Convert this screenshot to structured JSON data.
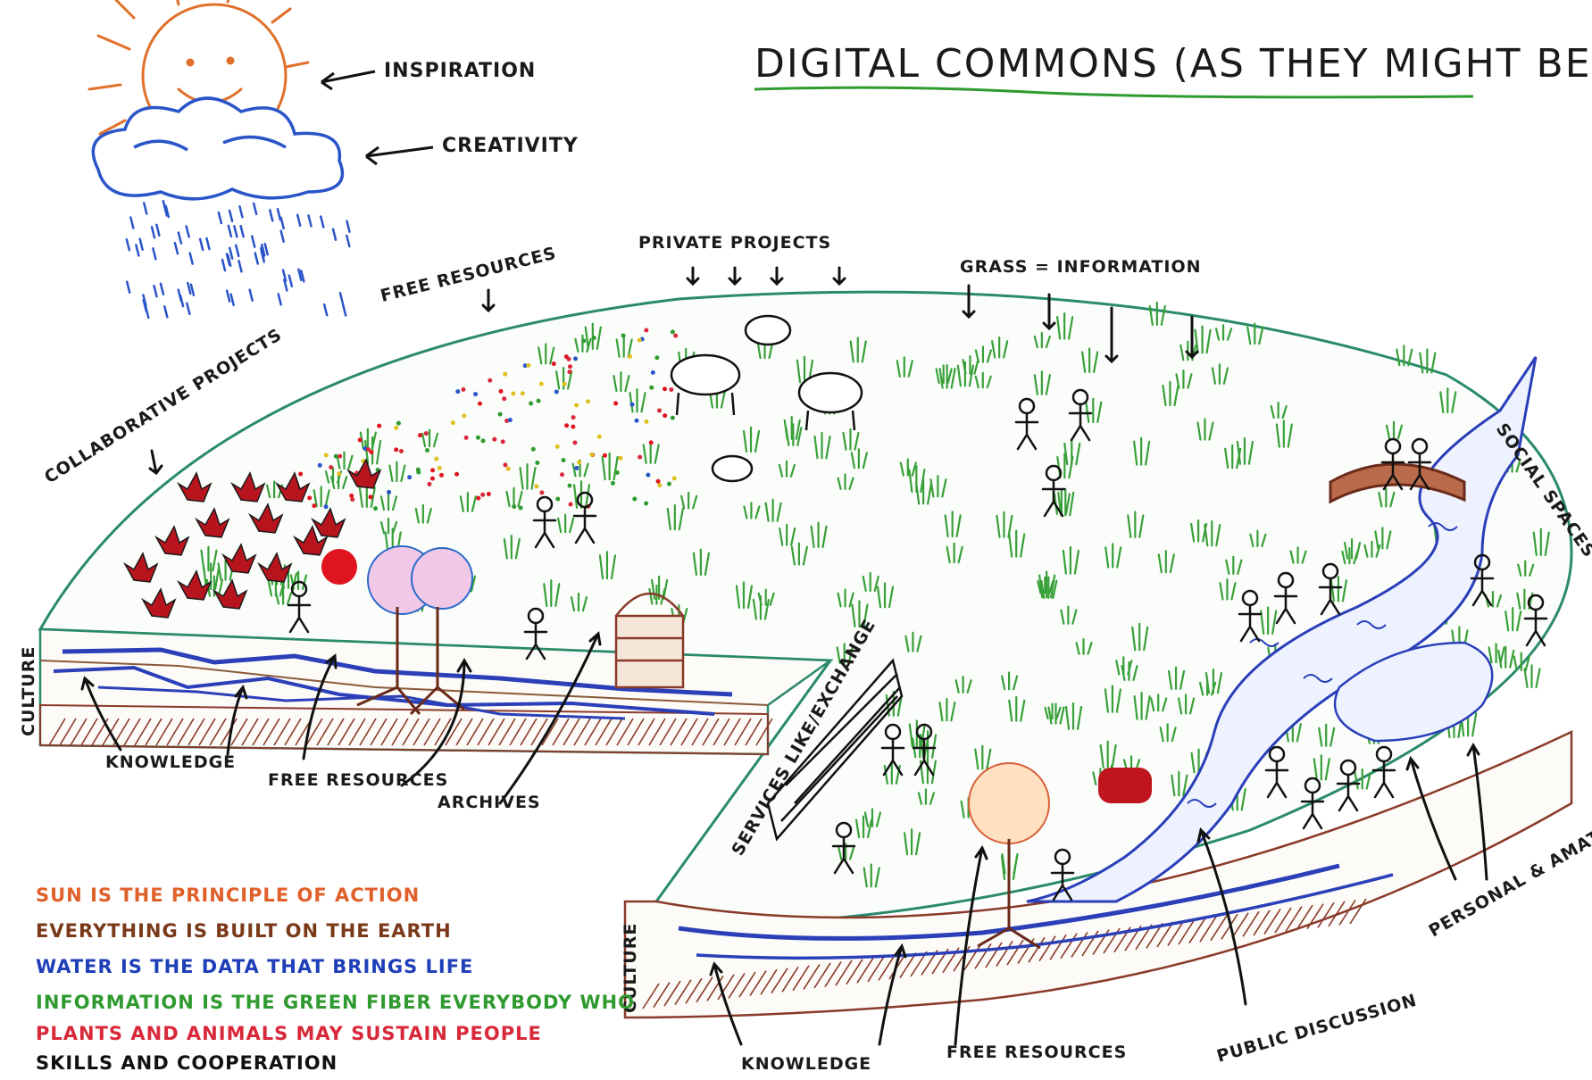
{
  "title": "DIGITAL COMMONS (AS THEY MIGHT BE)",
  "labels": {
    "inspiration": "INSPIRATION",
    "creativity": "CREATIVITY",
    "private_projects": "PRIVATE PROJECTS",
    "free_resources_top": "FREE RESOURCES",
    "grass_information": "GRASS = INFORMATION",
    "collaborative_projects": "COLLABORATIVE PROJECTS",
    "social_spaces": "SOCIAL SPACES",
    "culture_left": "CULTURE",
    "culture_bottom": "CULTURE",
    "knowledge_left": "KNOWLEDGE",
    "free_resources_left": "FREE RESOURCES",
    "archives": "ARCHIVES",
    "services": "SERVICES LIKE/EXCHANGE",
    "knowledge_bottom": "KNOWLEDGE",
    "free_resources_bottom": "FREE RESOURCES",
    "public_discussion": "PUBLIC DISCUSSION",
    "personal_projects": "PERSONAL & AMATEUR PROJECTS"
  },
  "legend": [
    {
      "text": "SUN IS THE PRINCIPLE OF ACTION",
      "color": "#e0602a"
    },
    {
      "text": "EVERYTHING IS BUILT ON THE EARTH",
      "color": "#7a3a1a"
    },
    {
      "text": "WATER IS THE DATA THAT BRINGS LIFE",
      "color": "#1f3fb8"
    },
    {
      "text": "INFORMATION IS THE GREEN FIBER EVERYBODY WHO",
      "color": "#2f9a2f"
    },
    {
      "text": "PLANTS AND ANIMALS MAY SUSTAIN PEOPLE",
      "color": "#d8283a"
    },
    {
      "text": "SKILLS AND COOPERATION",
      "color": "#111111"
    }
  ],
  "colors": {
    "ground_edge": "#2a8a6a",
    "water": "#2a3fb8",
    "earth": "#8a3a2a",
    "grass": "#38a038",
    "sun": "#e0702a",
    "cloud": "#2a55c8"
  }
}
